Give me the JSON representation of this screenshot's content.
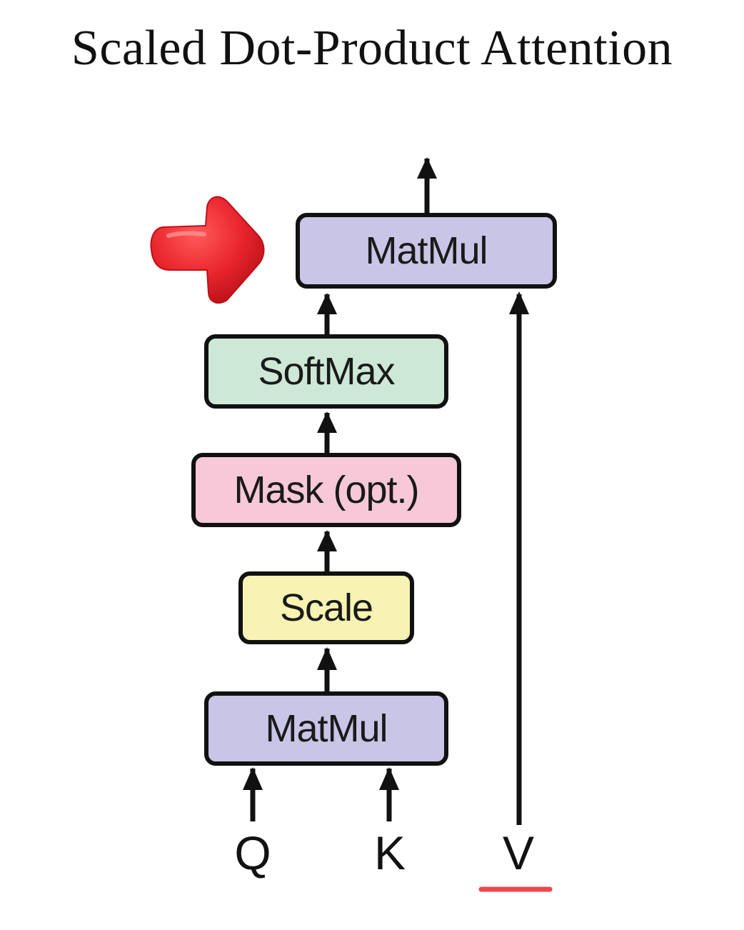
{
  "title": "Scaled Dot-Product Attention",
  "blocks": {
    "matmul_top": "MatMul",
    "softmax": "SoftMax",
    "mask": "Mask (opt.)",
    "scale": "Scale",
    "matmul_bottom": "MatMul"
  },
  "inputs": {
    "q": "Q",
    "k": "K",
    "v": "V"
  },
  "colors": {
    "matmul": "#c9c5e6",
    "softmax": "#cde8d6",
    "mask": "#f6c8d8",
    "scale": "#f7f3b2",
    "pointer_arrow": "#e8232b",
    "underline": "#f0474a"
  },
  "annotations": {
    "pointer_icon": "red-arrow-icon",
    "highlight": "v-underline"
  }
}
